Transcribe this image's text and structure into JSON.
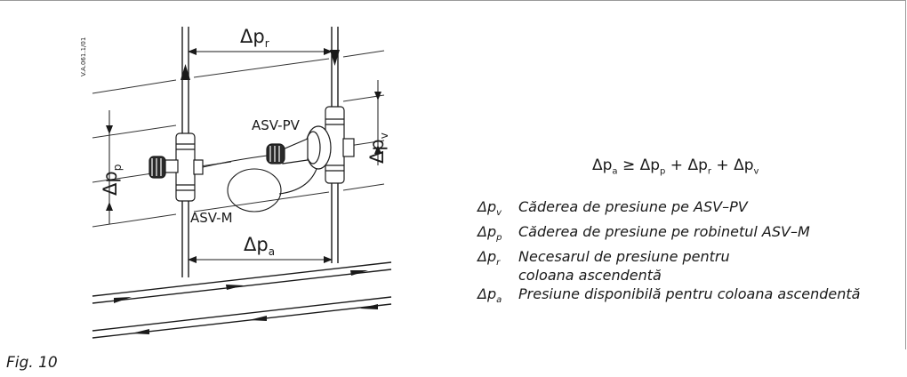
{
  "figure": {
    "label": "Fig. 10",
    "code": "V.A.061.1/01"
  },
  "labels": {
    "asv_pv": "ASV-PV",
    "asv_m": "ASV-M"
  },
  "dims": {
    "dp_r": {
      "main": "Δp",
      "sub": "r"
    },
    "dp_v": {
      "main": "Δp",
      "sub": "v"
    },
    "dp_p": {
      "main": "Δp",
      "sub": "p"
    },
    "dp_a": {
      "main": "Δp",
      "sub": "a"
    }
  },
  "formula": {
    "lhs": "Δp",
    "lhs_sub": "a",
    "op": " ≥ ",
    "t1": "Δp",
    "t1_sub": "p",
    "plus1": " + ",
    "t2": "Δp",
    "t2_sub": "r",
    "plus2": " + ",
    "t3": "Δp",
    "t3_sub": "v"
  },
  "legend": [
    {
      "sym": "Δp",
      "sub": "v",
      "text": "Căderea de presiune pe ASV–PV"
    },
    {
      "sym": "Δp",
      "sub": "p",
      "text": "Căderea de presiune pe robinetul ASV–M"
    },
    {
      "sym": "Δp",
      "sub": "r",
      "text": "Necesarul de presiune pentru coloana ascendentă"
    },
    {
      "sym": "Δp",
      "sub": "a",
      "text": "Presiune disponibilă pentru coloana ascendentă"
    }
  ]
}
